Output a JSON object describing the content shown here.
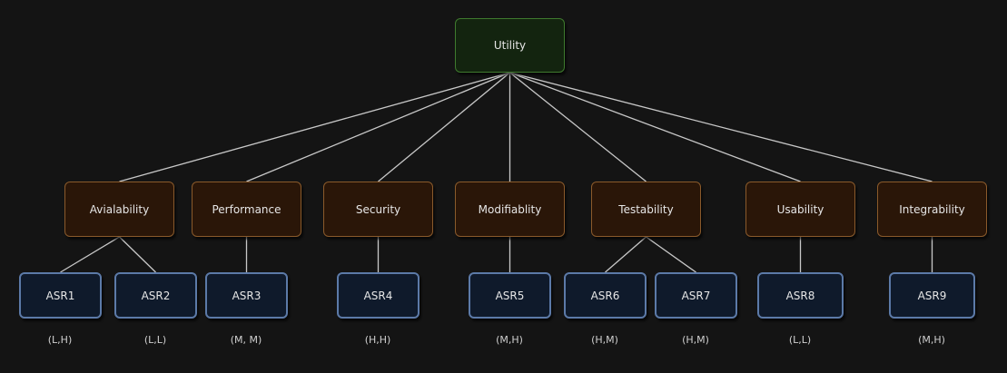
{
  "root": {
    "label": "Utility"
  },
  "attributes": [
    {
      "label": "Avialability"
    },
    {
      "label": "Performance"
    },
    {
      "label": "Security"
    },
    {
      "label": "Modifiablity"
    },
    {
      "label": "Testability"
    },
    {
      "label": "Usability"
    },
    {
      "label": "Integrability"
    }
  ],
  "asrs": [
    {
      "label": "ASR1",
      "rating": "(L,H)",
      "attribute": "Avialability"
    },
    {
      "label": "ASR2",
      "rating": "(L,L)",
      "attribute": "Avialability"
    },
    {
      "label": "ASR3",
      "rating": "(M, M)",
      "attribute": "Performance"
    },
    {
      "label": "ASR4",
      "rating": "(H,H)",
      "attribute": "Security"
    },
    {
      "label": "ASR5",
      "rating": "(M,H)",
      "attribute": "Modifiablity"
    },
    {
      "label": "ASR6",
      "rating": "(H,M)",
      "attribute": "Testability"
    },
    {
      "label": "ASR7",
      "rating": "(H,M)",
      "attribute": "Testability"
    },
    {
      "label": "ASR8",
      "rating": "(L,L)",
      "attribute": "Usability"
    },
    {
      "label": "ASR9",
      "rating": "(M,H)",
      "attribute": "Integrability"
    }
  ],
  "colors": {
    "background": "#141414",
    "root_fill": "#13240f",
    "root_border": "#3f7a2e",
    "attribute_fill": "#2a1608",
    "attribute_border": "#8a5a2b",
    "asr_fill": "#0f1a2b",
    "asr_border": "#5c7aa8",
    "edge": "#c8c8c8"
  }
}
